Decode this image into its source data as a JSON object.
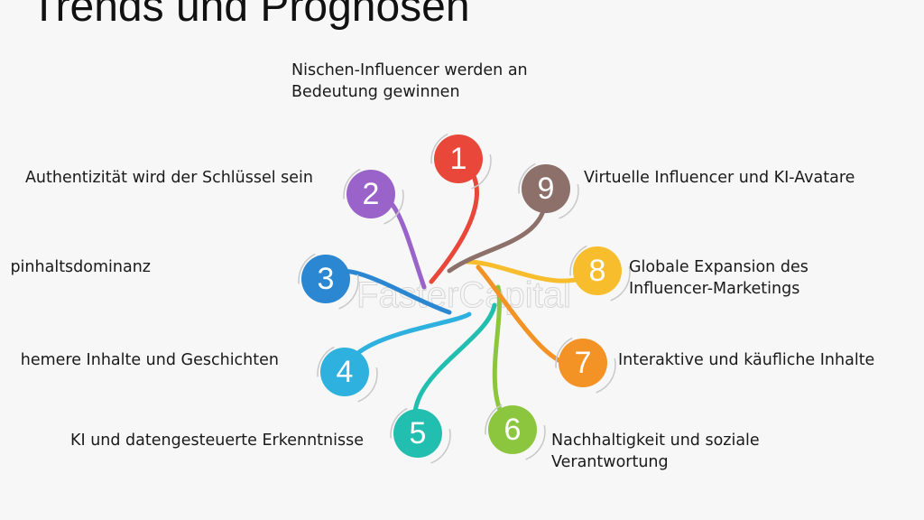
{
  "title": "Trends und Prognosen",
  "watermark": "FasterCapital",
  "items": [
    {
      "number": "1",
      "lines": [
        "Nischen-Influencer werden an",
        "Bedeutung gewinnen"
      ],
      "color": "#e8473a"
    },
    {
      "number": "2",
      "lines": [
        "Authentizität wird der Schlüssel sein"
      ],
      "color": "#9a63c9"
    },
    {
      "number": "3",
      "lines": [
        "pinhaltsdominanz"
      ],
      "color": "#2b87d1"
    },
    {
      "number": "4",
      "lines": [
        "hemere Inhalte und Geschichten"
      ],
      "color": "#2fb1e0"
    },
    {
      "number": "5",
      "lines": [
        "KI und datengesteuerte Erkenntnisse"
      ],
      "color": "#22bfb0"
    },
    {
      "number": "6",
      "lines": [
        "Nachhaltigkeit und soziale",
        "Verantwortung"
      ],
      "color": "#8cc63f"
    },
    {
      "number": "7",
      "lines": [
        "Interaktive und käufliche Inhalte"
      ],
      "color": "#f39325"
    },
    {
      "number": "8",
      "lines": [
        "Globale Expansion des",
        "Influencer-Marketings"
      ],
      "color": "#f8bd2c"
    },
    {
      "number": "9",
      "lines": [
        "Virtuelle Influencer und KI-Avatare"
      ],
      "color": "#8d7069"
    }
  ]
}
